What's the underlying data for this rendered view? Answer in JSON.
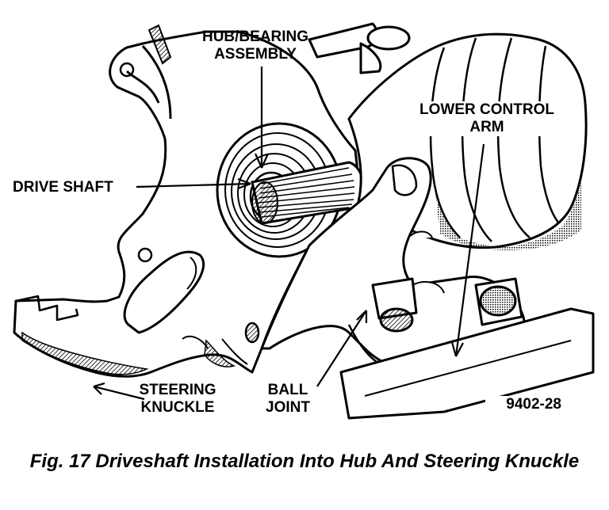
{
  "labels": {
    "hub_bearing": "HUB/BEARING\nASSEMBLY",
    "lower_control_arm": "LOWER CONTROL\nARM",
    "drive_shaft": "DRIVE SHAFT",
    "steering_knuckle": "STEERING\nKNUCKLE",
    "ball_joint": "BALL\nJOINT",
    "figure_code": "9402-28"
  },
  "caption": "Fig. 17 Driveshaft Installation Into Hub And Steering Knuckle"
}
